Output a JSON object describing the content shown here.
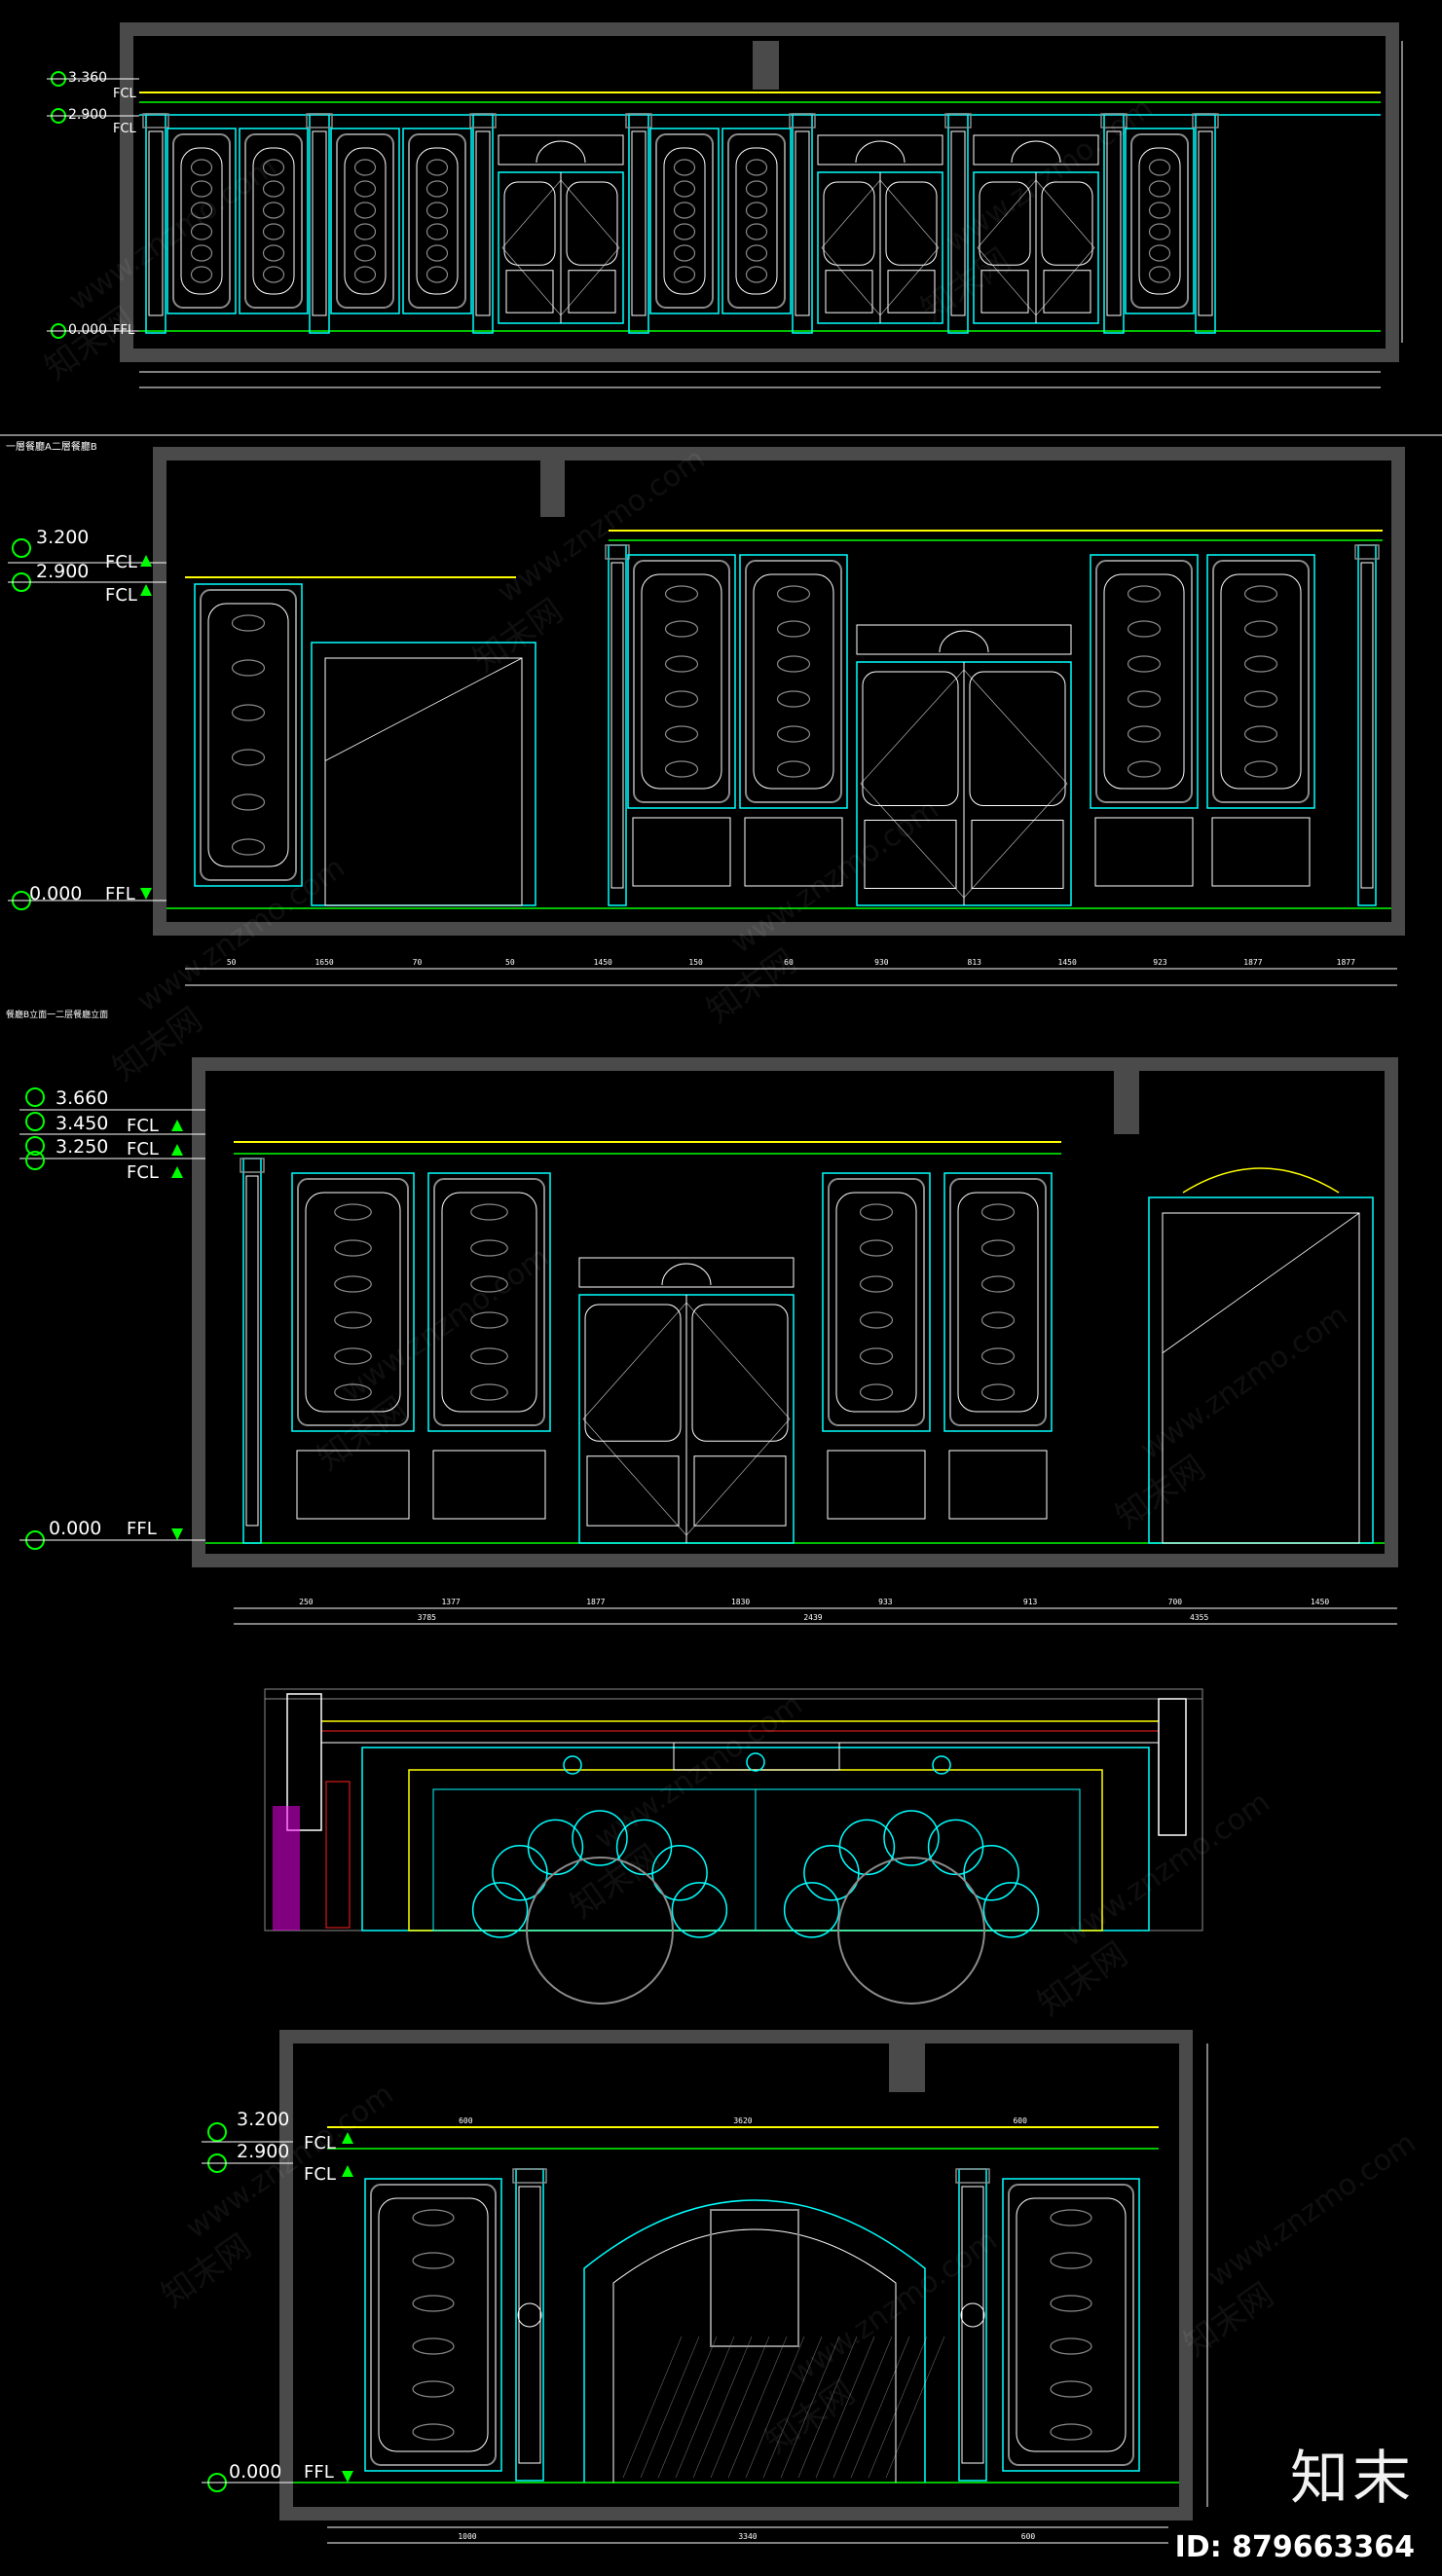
{
  "colors": {
    "background": "#000000",
    "frame": "#4a4a4a",
    "cyan": "#00ffff",
    "white": "#ffffff",
    "green": "#00ff00",
    "yellow": "#ffff00",
    "grey": "#8a8a8a",
    "magenta": "#ff00ff",
    "red": "#ff2020"
  },
  "panel1": {
    "levels": [
      {
        "value": "3.360",
        "tag": "FCL"
      },
      {
        "value": "2.900",
        "tag": "FCL"
      },
      {
        "value": "0.000",
        "tag": "FFL"
      }
    ]
  },
  "panel2": {
    "header": "一層餐廳A二層餐廳B",
    "footer": "餐廳B立面一二层餐廳立面",
    "levels": [
      {
        "value": "3.200",
        "tag": "FCL"
      },
      {
        "value": "2.900",
        "tag": "FCL"
      },
      {
        "value": "0.000",
        "tag": "FFL"
      }
    ],
    "dims_bottom": [
      "50",
      "1650",
      "70",
      "50",
      "1450",
      "150",
      "60",
      "930",
      "813",
      "1450",
      "923",
      "1877",
      "1877"
    ]
  },
  "panel3": {
    "levels": [
      {
        "value": "3.660",
        "tag": ""
      },
      {
        "value": "3.450",
        "tag": "FCL"
      },
      {
        "value": "3.250",
        "tag": "FCL"
      },
      {
        "value": "",
        "tag": "FCL"
      },
      {
        "value": "0.000",
        "tag": "FFL"
      }
    ],
    "dims_bottom": [
      "250",
      "1377",
      "1877",
      "1830",
      "933",
      "913",
      "700",
      "1450"
    ],
    "dims_total": [
      "3785",
      "2439",
      "4355"
    ]
  },
  "panel5": {
    "levels": [
      {
        "value": "3.200",
        "tag": "FCL"
      },
      {
        "value": "2.900",
        "tag": "FCL"
      },
      {
        "value": "0.000",
        "tag": "FFL"
      }
    ],
    "dims_top": [
      "600",
      "3620",
      "600"
    ],
    "dims_bottom": [
      "1000",
      "3340",
      "600"
    ]
  },
  "watermark": {
    "text": "www.znzmo.com",
    "cn": "知末网"
  },
  "brand": {
    "logo": "知末",
    "id_text": "ID: 879663364"
  }
}
